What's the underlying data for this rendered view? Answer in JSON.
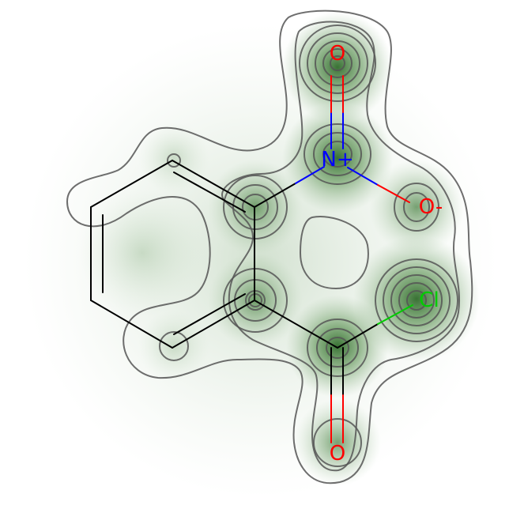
{
  "molecule": {
    "atoms": [
      {
        "id": "O_top",
        "label": "O",
        "color": "#ff0000"
      },
      {
        "id": "N_plus",
        "label": "N+",
        "color": "#0000ff"
      },
      {
        "id": "O_minus",
        "label": "O-",
        "color": "#ff0000"
      },
      {
        "id": "Cl",
        "label": "Cl",
        "color": "#00cc00"
      },
      {
        "id": "O_bottom",
        "label": "O",
        "color": "#ff0000"
      }
    ],
    "colors": {
      "bond": "#000000",
      "map_fill": "#2f6b2a",
      "contour": "#555555",
      "oxygen": "#ff0000",
      "nitrogen": "#0000ff",
      "chlorine": "#00cc00"
    }
  }
}
